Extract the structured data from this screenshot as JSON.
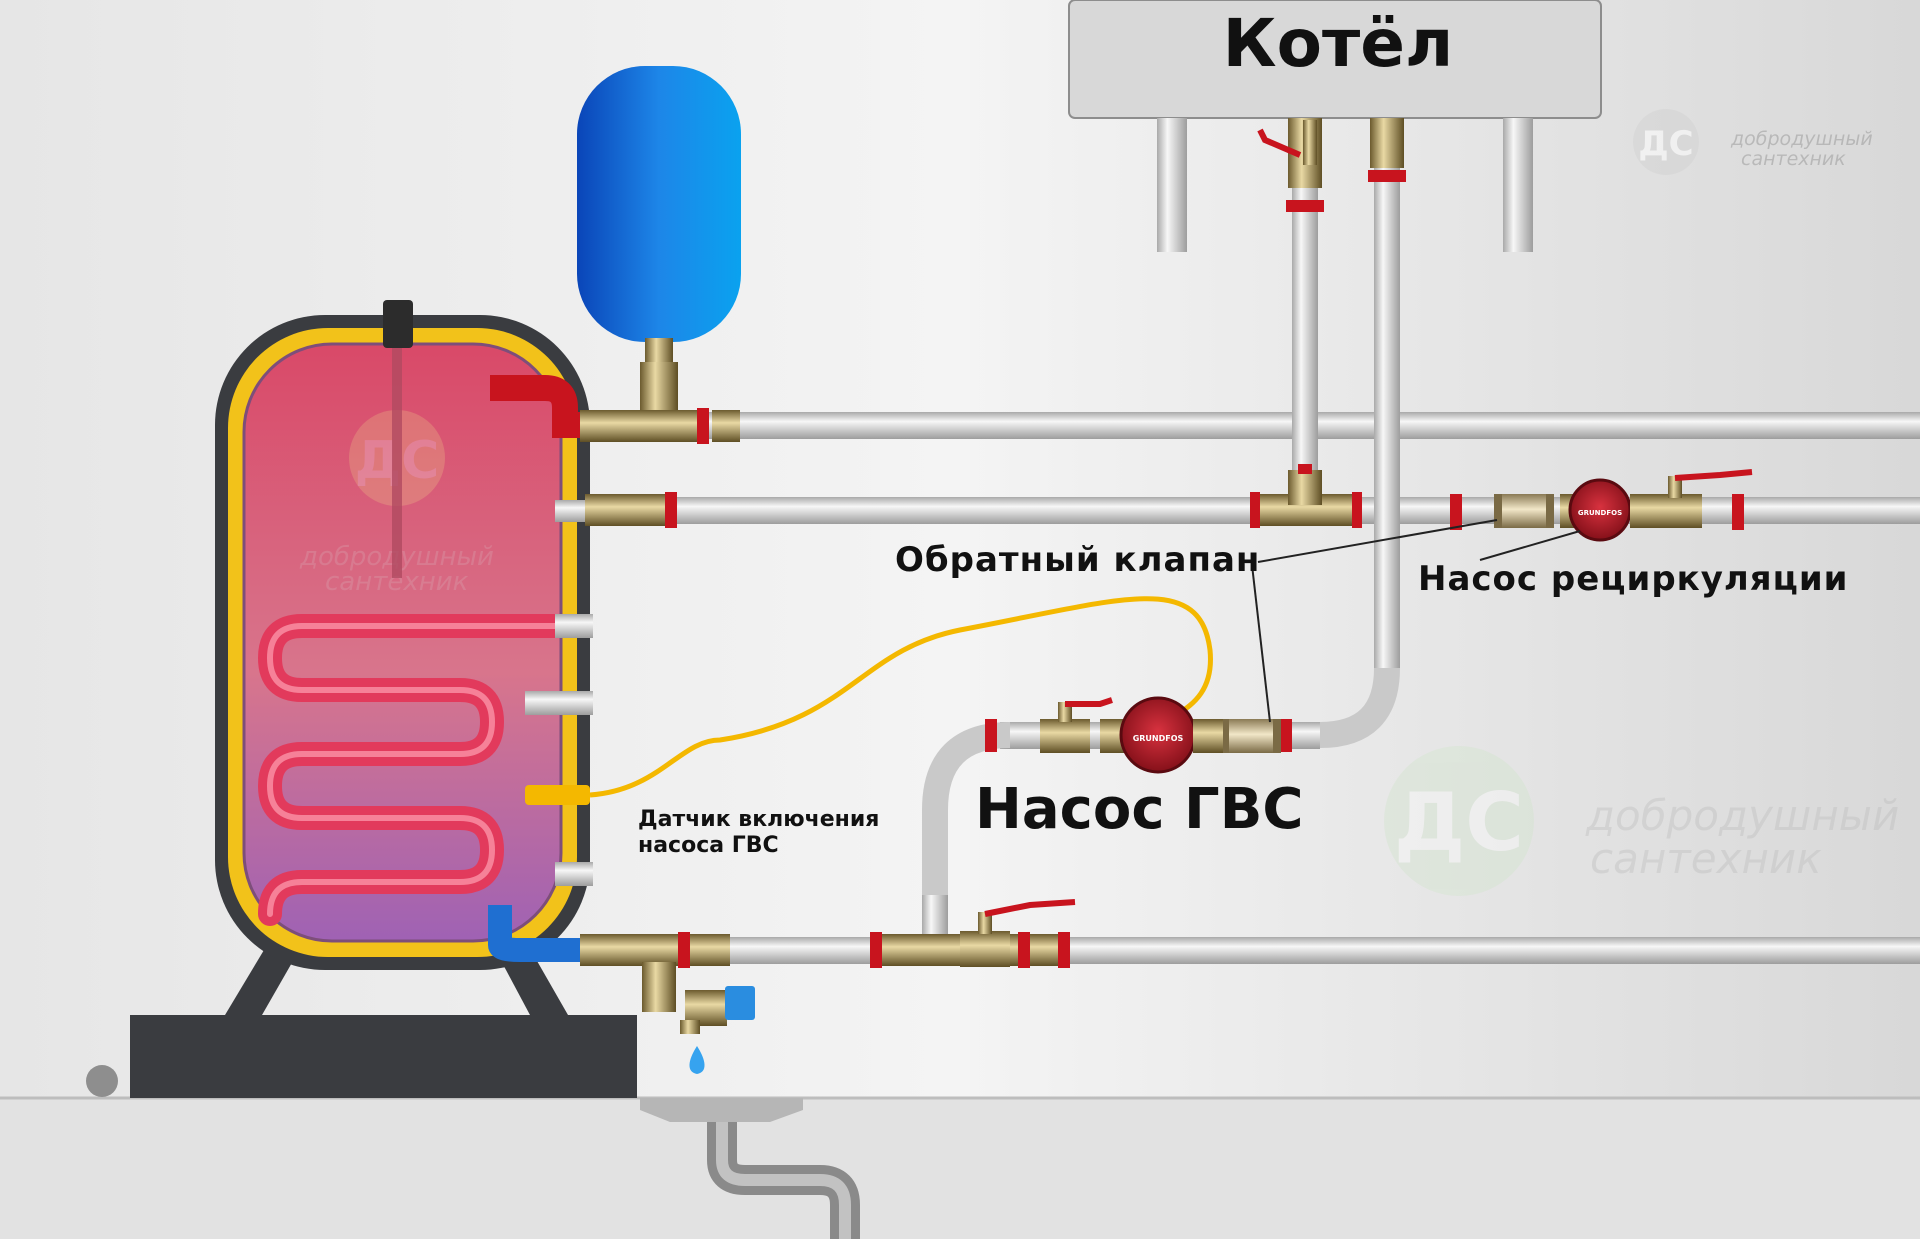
{
  "labels": {
    "boiler": "Котёл",
    "check_valve": "Обратный клапан",
    "recirc_pump": "Насос рециркуляции",
    "sensor_line1": "Датчик включения",
    "sensor_line2": "насоса ГВС",
    "dhw_pump": "Насос ГВС",
    "pump_brand": "GRUNDFOS"
  },
  "watermark": {
    "monogram": "ДС",
    "line1": "добродушный",
    "line2": "сантехник"
  },
  "colors": {
    "background": "#e9e9e9",
    "pipe": "#cfcfcf",
    "expansion_tank": "#1a7be0",
    "tank_hot": "#d9506e",
    "tank_cold": "#9a5fb0",
    "insulation": "#f2c21a",
    "tank_shell": "#3a3c40",
    "coil": "#e23a5c",
    "sensor_wire": "#f4b800",
    "pump_body": "#b31a2a",
    "valve_handle": "#c8141e",
    "drain_valve_cap": "#2a8de0",
    "cold_inlet_pipe": "#1f6fd1",
    "hot_outlet_pipe": "#c8141e"
  },
  "icons": [
    "expansion-tank-icon",
    "water-heater-tank-icon",
    "circulation-pump-icon",
    "ball-valve-icon",
    "check-valve-icon",
    "drain-funnel-icon",
    "water-drop-icon"
  ]
}
